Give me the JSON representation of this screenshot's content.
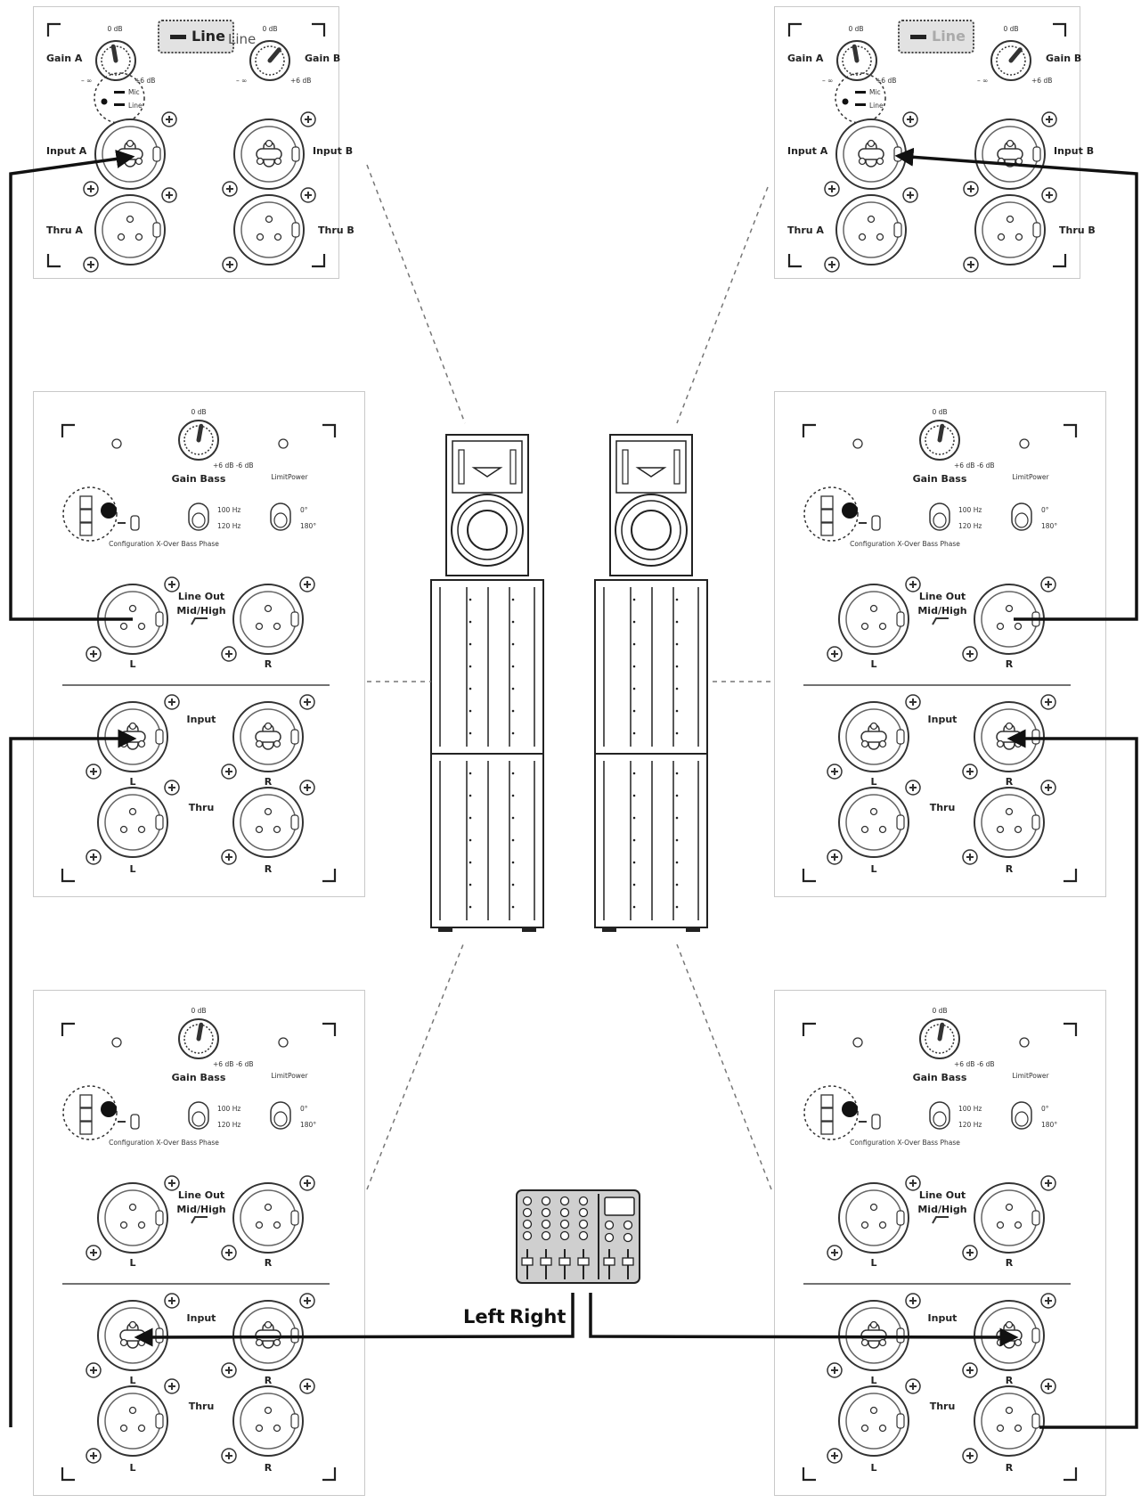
{
  "top_panel": {
    "gain_a": "Gain A",
    "gain_b": "Gain B",
    "db0": "0 dB",
    "db6": "+6 dB",
    "dbminus": "– ∞",
    "line_badge": "Line",
    "line_ghost": "Line",
    "mic": "Mic",
    "line": "Line",
    "input_a": "Input A",
    "input_b": "Input B",
    "thru_a": "Thru A",
    "thru_b": "Thru B"
  },
  "sub_panel": {
    "db0": "0 dB",
    "db_range": "+6 dB -6 dB",
    "gain_bass": "Gain Bass",
    "limit_power": "LimitPower",
    "hz100": "100 Hz",
    "hz120": "120 Hz",
    "deg0": "0°",
    "deg180": "180°",
    "config": "Configuration X-Over Bass Phase",
    "line_out": "Line Out",
    "mid_high": "Mid/High",
    "input": "Input",
    "thru": "Thru",
    "l": "L",
    "r": "R"
  },
  "mixer": {
    "left": "Left",
    "right": "Right"
  },
  "colors": {
    "cable": "#111111",
    "panel_border": "#c9c9c9",
    "dashed": "#777777"
  }
}
